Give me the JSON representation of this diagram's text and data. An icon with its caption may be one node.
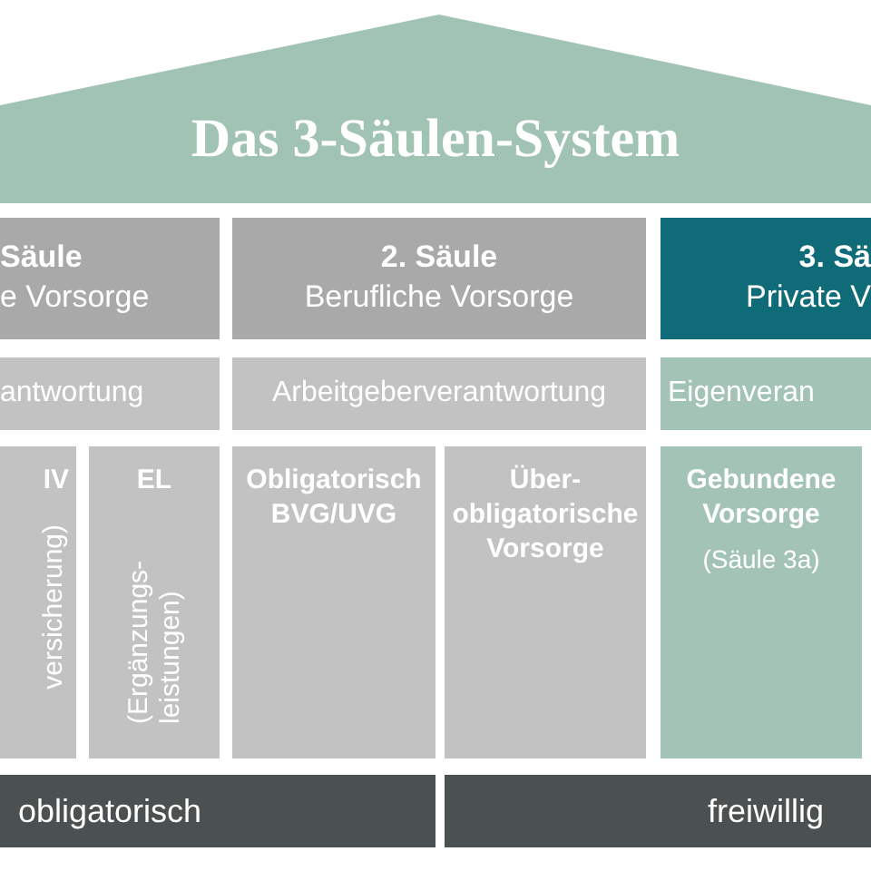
{
  "diagram": {
    "nodes": [
      {
        "text": [
          "Das 3-Säulen-System"
        ]
      },
      {
        "text": [
          "Säule",
          "e Vorsorge"
        ]
      },
      {
        "text": [
          "2. Säule",
          "Berufliche Vorsorge"
        ]
      },
      {
        "text": [
          "3. Sä",
          "Private V"
        ]
      },
      {
        "text": [
          "antwortung"
        ]
      },
      {
        "text": [
          "Arbeitgeberverantwortung"
        ]
      },
      {
        "text": [
          "Eigenveran"
        ]
      },
      {
        "text": [
          "IV",
          "versicherung)"
        ]
      },
      {
        "text": [
          "EL",
          "(Ergänzungs- leistungen)"
        ]
      },
      {
        "text": [
          "Obligatorisch BVG/UVG"
        ]
      },
      {
        "text": [
          "Über- obligatorische Vorsorge"
        ]
      },
      {
        "text": [
          "Gebundene Vorsorge",
          "(Säule 3a)"
        ]
      },
      {
        "text": [
          "obligatorisch"
        ]
      },
      {
        "text": [
          "freiwillig"
        ]
      }
    ]
  }
}
